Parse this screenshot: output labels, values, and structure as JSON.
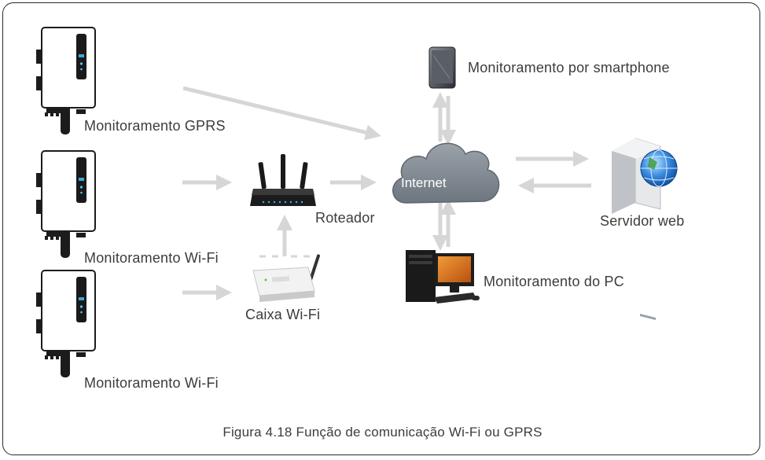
{
  "labels": {
    "gprs": "Monitoramento GPRS",
    "wifi_1": "Monitoramento Wi-Fi",
    "wifi_2": "Monitoramento Wi-Fi",
    "router": "Roteador",
    "wifi_box": "Caixa Wi-Fi",
    "internet": "Internet",
    "smartphone": "Monitoramento por smartphone",
    "web_server": "Servidor web",
    "pc": "Monitoramento do PC"
  },
  "caption": "Figura 4.18 Função de comunicação Wi-Fi ou GPRS",
  "colors": {
    "arrow": "#d6d6d6",
    "cloud": "#7e8790",
    "text": "#3c3c3c",
    "frame": "#2a2a2a"
  }
}
